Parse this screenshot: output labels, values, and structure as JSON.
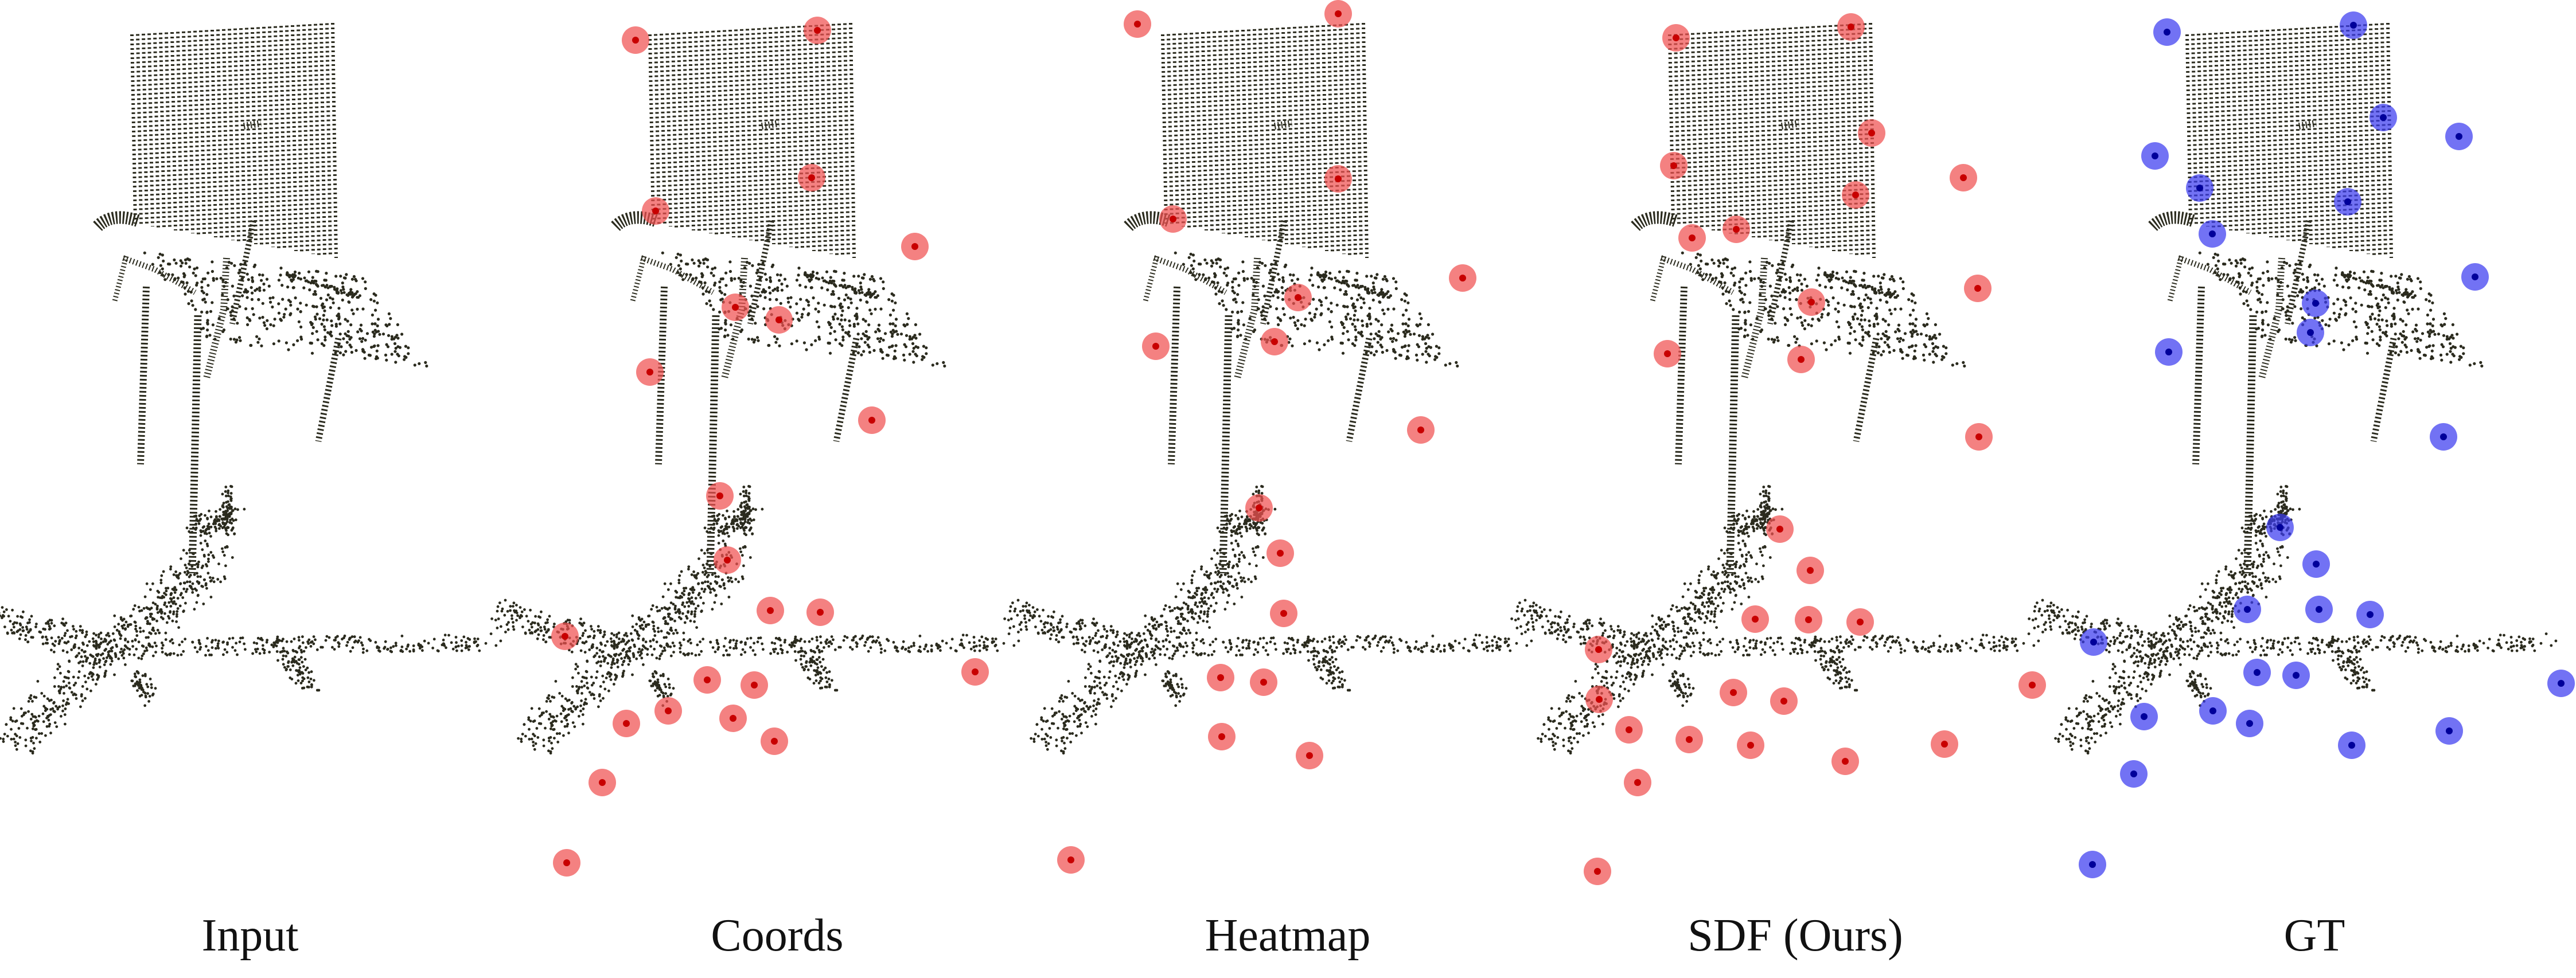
{
  "figure": {
    "columns": [
      {
        "id": "input",
        "caption": "Input",
        "keypoints": "none"
      },
      {
        "id": "coords",
        "caption": "Coords",
        "keypoints": "red"
      },
      {
        "id": "heatmap",
        "caption": "Heatmap",
        "keypoints": "red"
      },
      {
        "id": "sdf",
        "caption": "SDF (Ours)",
        "keypoints": "red"
      },
      {
        "id": "gt",
        "caption": "GT",
        "keypoints": "blue"
      }
    ],
    "rows": [
      "chair",
      "airplane"
    ],
    "colors": {
      "points": "#2b2b1e",
      "keypoint_pred": "#f05050",
      "keypoint_pred_center": "#c80000",
      "keypoint_gt": "#3c3cf0",
      "keypoint_gt_center": "#00009a"
    }
  }
}
